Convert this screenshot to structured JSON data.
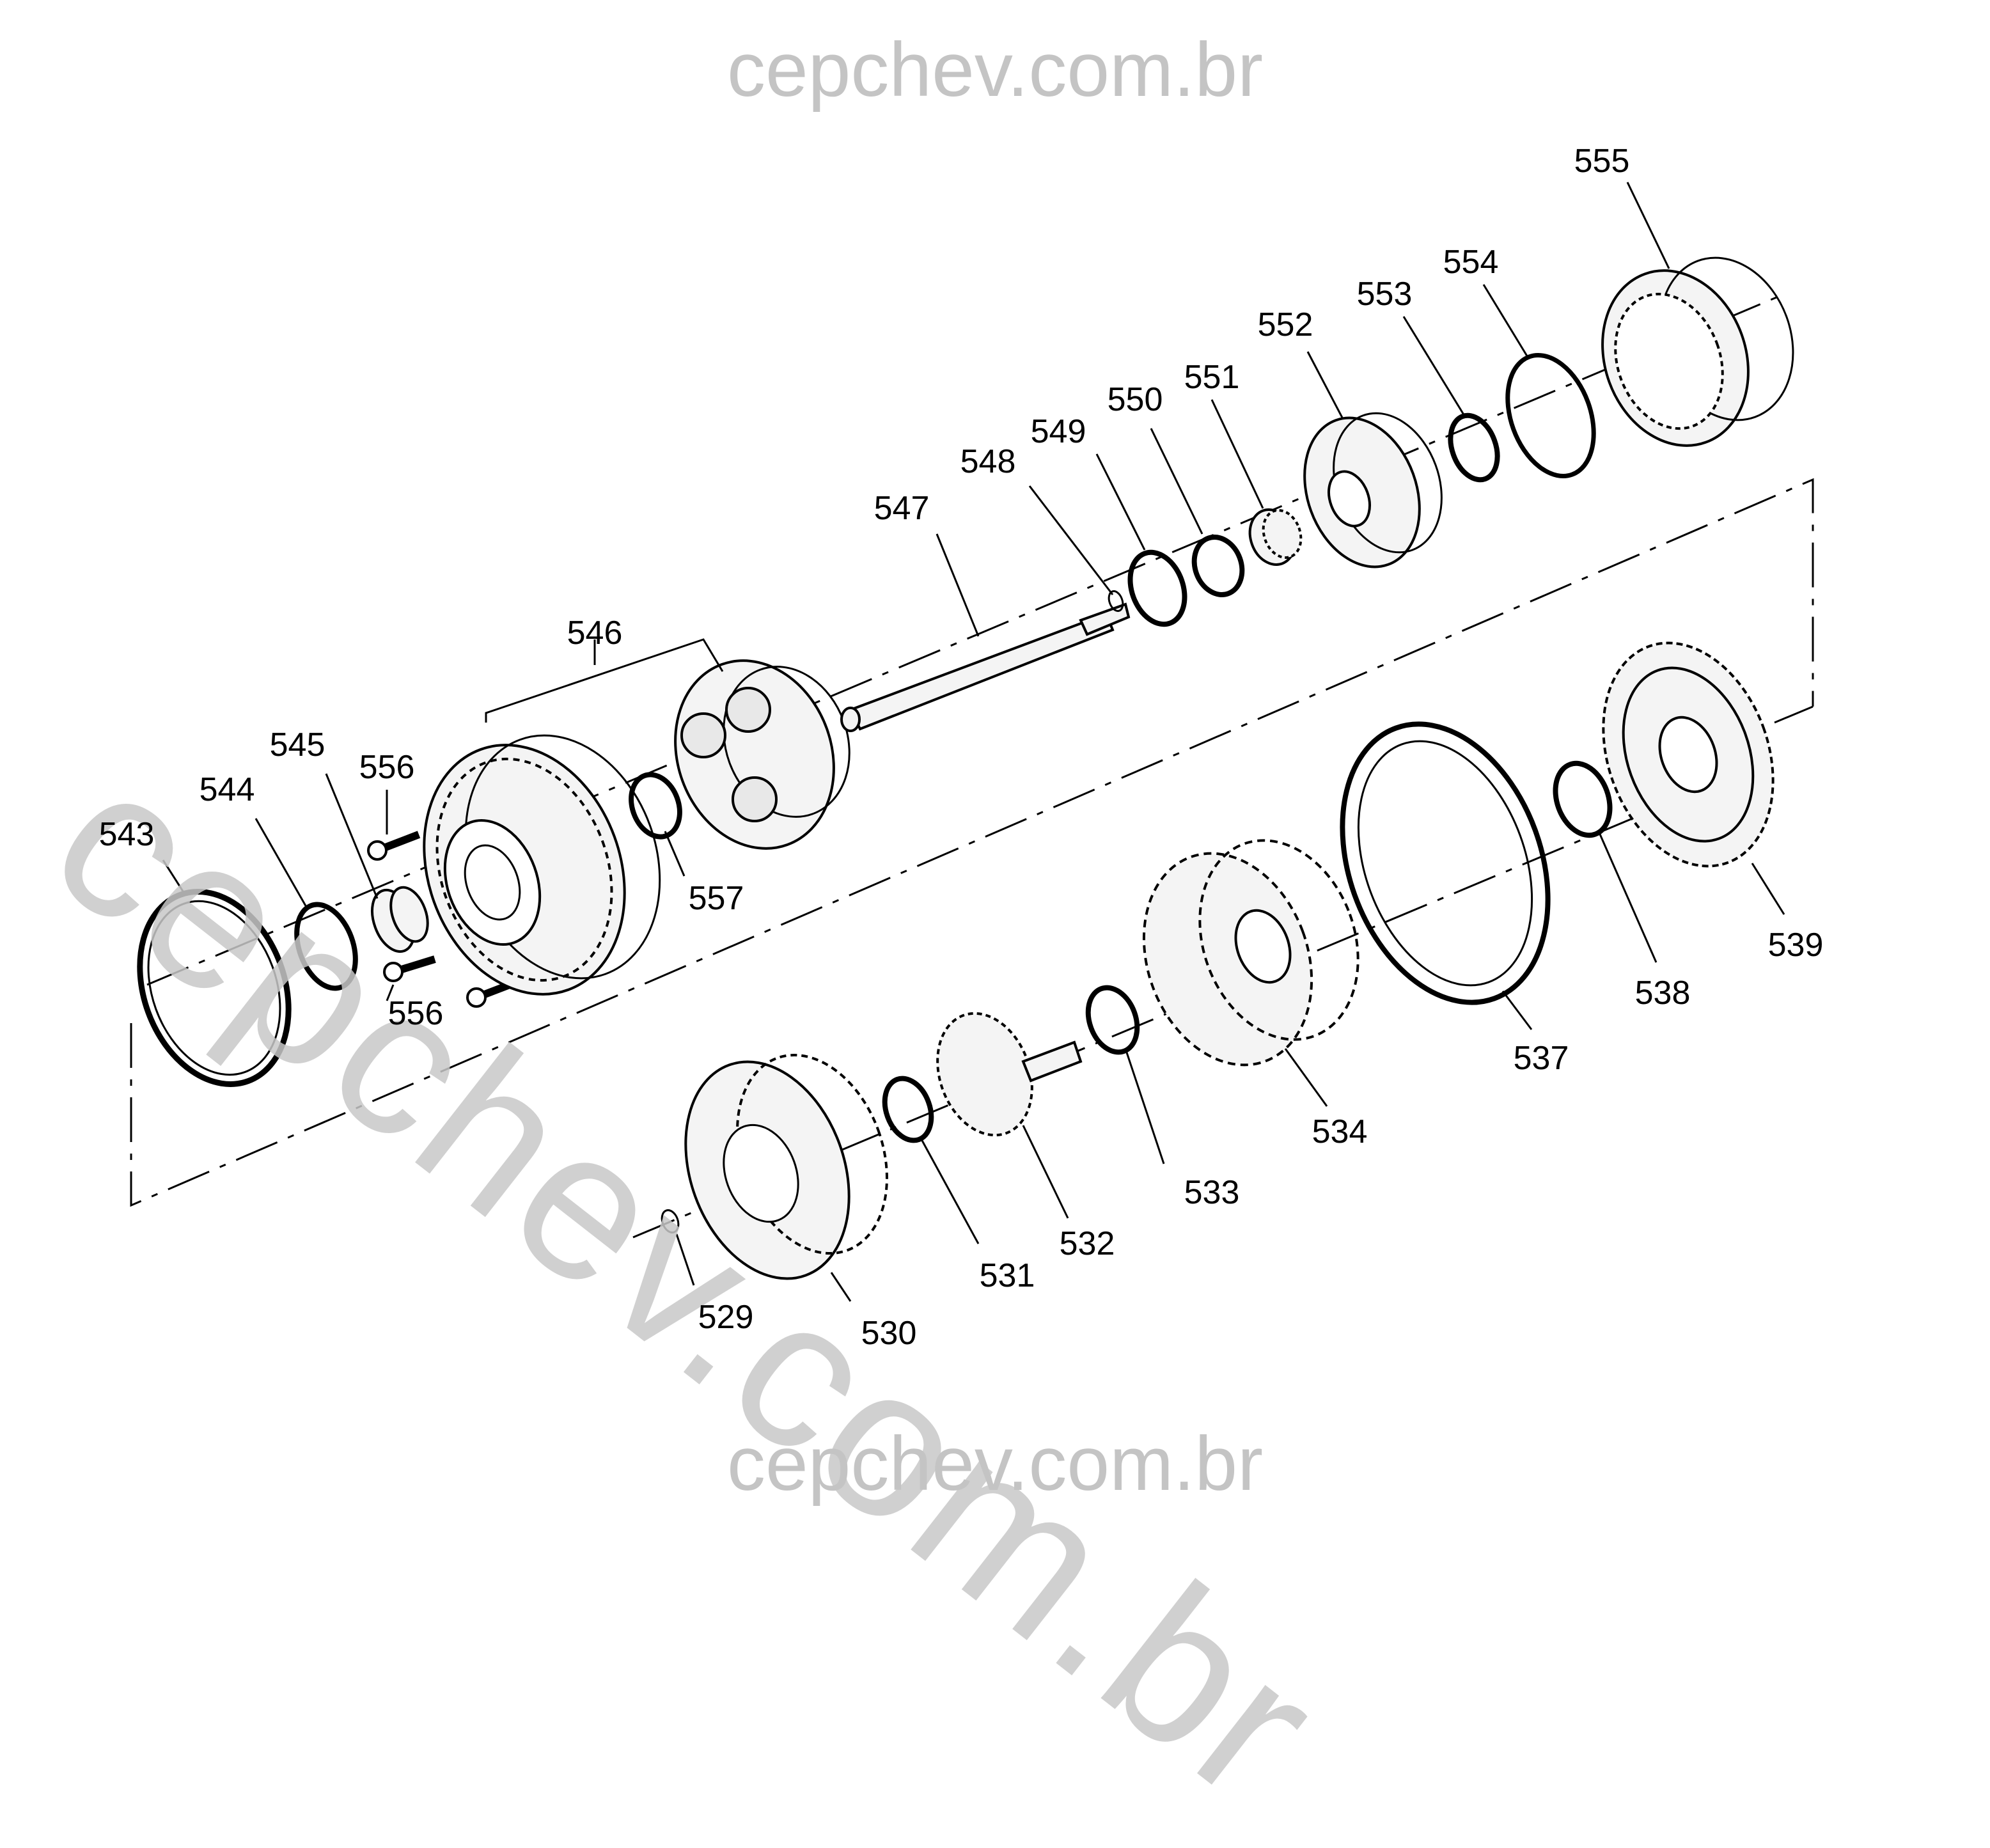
{
  "watermark": {
    "top": "cepchev.com.br",
    "diagonal": "cepchev.com.br",
    "bottom": "cepchev.com.br"
  },
  "callouts": {
    "c529": "529",
    "c530": "530",
    "c531": "531",
    "c532": "532",
    "c533": "533",
    "c534": "534",
    "c537": "537",
    "c538": "538",
    "c539": "539",
    "c543": "543",
    "c544": "544",
    "c545": "545",
    "c546": "546",
    "c547": "547",
    "c548": "548",
    "c549": "549",
    "c550": "550",
    "c551": "551",
    "c552": "552",
    "c553": "553",
    "c554": "554",
    "c555": "555",
    "c556a": "556",
    "c556b": "556",
    "c557": "557"
  },
  "colors": {
    "line": "#000000",
    "watermark": "#c4c4c4",
    "part_fill": "#f4f4f4"
  }
}
